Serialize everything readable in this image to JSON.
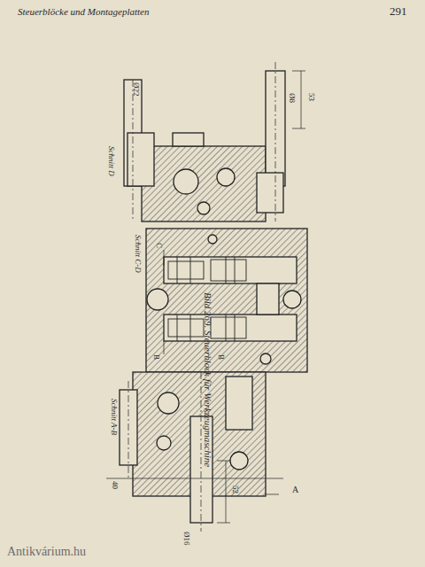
{
  "diagram": {
    "caption": "Bild 269. Steuerblock für Werkzeugmaschine",
    "labels": [
      "Steuerblöcke und Montageplatten",
      "291",
      "Schnitt D",
      "Ø22",
      "Ø8",
      "53",
      "Schnitt C-D",
      "C",
      "B",
      "B",
      "Schnitt A-B",
      "40",
      "A",
      "52",
      "Ø16",
      "Antikvárium.hu"
    ]
  }
}
